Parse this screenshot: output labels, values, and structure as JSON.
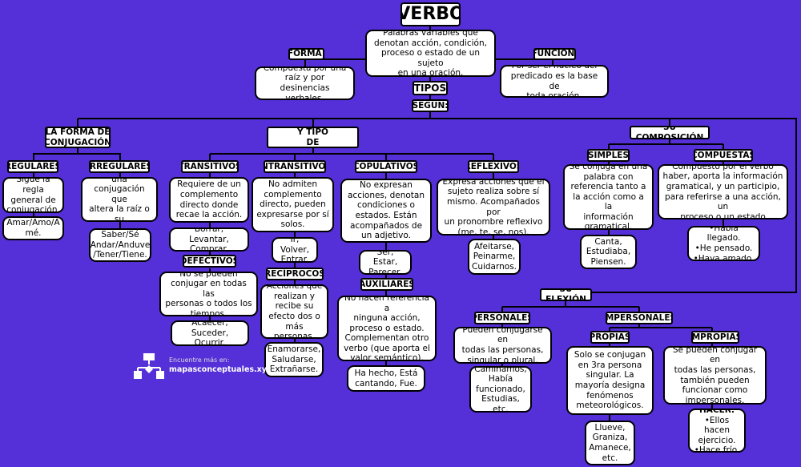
{
  "title": "VERBO",
  "definition": "Palabras variables que\ndenotan acción, condición,\nproceso o estado de un sujeto\nen una oración.",
  "forma": {
    "label": "FORMA:",
    "text": "Compuesta por una\nraíz y por desinencias\nverbales."
  },
  "funcion": {
    "label": "FUNCIÓN:",
    "text": "Por ser el núcleo del\npredicado es la base de\ntoda oración."
  },
  "tipos": "TIPOS",
  "segun": "SEGÚN:",
  "conjugacion": {
    "label": "LA FORMA DE\nCONJUGACIÓN",
    "regulares": {
      "label": "REGULARES",
      "def": "Sigue la regla\ngeneral de\nconjugación.",
      "example": "Amar/Amo/A\nmé."
    },
    "irregulares": {
      "label": "IRREGULARES",
      "def": "Requiere de una\nconjugación que\naltera la raíz o su\nterminación.",
      "example": "Saber/Sé\nAndar/Anduve\n/Tener/Tiene."
    }
  },
  "significado": {
    "label": "EL SIGNIFICADO Y TIPO\nDE COMPLEMENTO",
    "transitivos": {
      "label": "TRANSITIVOS",
      "def": "Requiere de un\ncomplemento\ndirecto donde\nrecae la acción.",
      "example": "Borrar, Levantar,\nComprar."
    },
    "defectivos": {
      "label": "DEFECTIVOS",
      "def": "No se pueden\nconjugar en todas las\npersonas o todos los\ntiempos.",
      "example": "Acaecer,\nSuceder, Ocurrir."
    },
    "intransitivos": {
      "label": "INTRANSITIVOS",
      "def": "No admiten\ncomplemento\ndirecto, pueden\nexpresarse por sí\nsolos.",
      "example": "Ir, Volver,\nEntrar."
    },
    "reciprocos": {
      "label": "RECÍPROCOS",
      "def": "Acciones que\nrealizan y\nrecibe su\nefecto dos o\nmás personas.",
      "example": "Enamorarse,\nSaludarse,\nExtrañarse."
    },
    "copulativos": {
      "label": "COPULATIVOS",
      "def": "No expresan\nacciones, denotan\ncondiciones o\nestados. Están\nacompañados de\nun adjetivo.",
      "example": "Ser, Estar,\nParecer."
    },
    "auxiliares": {
      "label": "AUXILIARES",
      "def": "No hacen referencia a\nninguna acción,\nproceso o estado.\nComplementan otro\nverbo (que aporta el\nvalor semántico).",
      "example": "Ha hecho, Está\ncantando, Fue."
    },
    "reflexivos": {
      "label": "REFLEXIVOS",
      "def": "Expresa acciones que el\nsujeto realiza sobre sí\nmismo. Acompañados por\nun pronombre reflexivo\n(me, te, se, nos).",
      "example": "Afeitarse,\nPeinarme,\nCuidarnos."
    }
  },
  "composicion": {
    "label": "SU COMPOSICIÓN",
    "simples": {
      "label": "SIMPLES",
      "def": "Se conjuga en una\npalabra con\nreferencia tanto a\nla acción como a la\ninformación\ngramatical.",
      "example": "Canta,\nEstudiaba,\nPiensen."
    },
    "compuestas": {
      "label": "COMPUESTAS",
      "def": "Compuesto por el verbo\nhaber, aporta la información\ngramatical, y un participio,\npara referirse a una acción, un\nproceso o un estado",
      "example": "•Había llegado.\n•He pensado.\n•Haya amado."
    }
  },
  "flexion": {
    "label": "SU FLEXIÓN",
    "personales": {
      "label": "PERSONALES",
      "def": "Pueden conjugarse en\ntodas las personas,\nsingular o plural.",
      "example": "Caminamos,\nHabía\nfuncionado,\nEstudias, etc."
    },
    "impersonales": {
      "label": "IMPERSONALES"
    },
    "propias": {
      "label": "PROPIAS",
      "def": "Solo se conjugan\nen 3ra persona\nsingular. La\nmayoría designa\nfenómenos\nmeteorológicos.",
      "example": "Llueve,\nGraniza,\nAmanece,\netc."
    },
    "impropias": {
      "label": "IMPROPIAS",
      "def": "Se pueden conjugar en\ntodas las personas,\ntambién pueden\nfuncionar como\nimpersonales.",
      "hacer": "HACER:",
      "example": "•Ellos hacen\nejercicio.\n•Hace frío."
    }
  },
  "brand": {
    "pre": "Encuentre más en:",
    "site": "mapasconceptuales.xyz"
  }
}
